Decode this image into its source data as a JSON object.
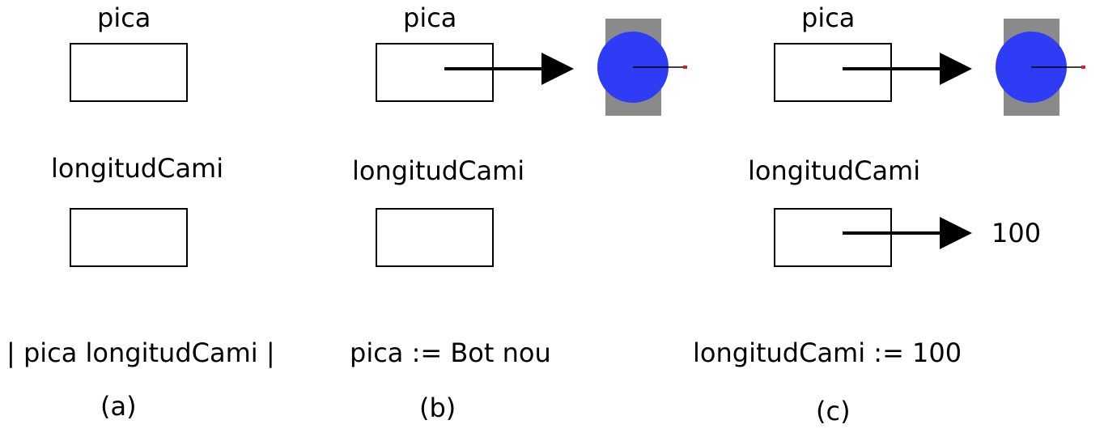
{
  "panels": {
    "a": {
      "label_top": "pica",
      "label_mid": "longitudCami",
      "statement": "| pica longitudCami |",
      "tag": "(a)"
    },
    "b": {
      "label_top": "pica",
      "label_mid": "longitudCami",
      "statement": "pica := Bot nou",
      "tag": "(b)"
    },
    "c": {
      "label_top": "pica",
      "label_mid": "longitudCami",
      "value": "100",
      "statement": "longitudCami := 100",
      "tag": "(c)"
    }
  },
  "colors": {
    "bot_body": "#2E3CF5",
    "bot_background": "#8A8A8A",
    "bot_pen": "#E0201B"
  }
}
